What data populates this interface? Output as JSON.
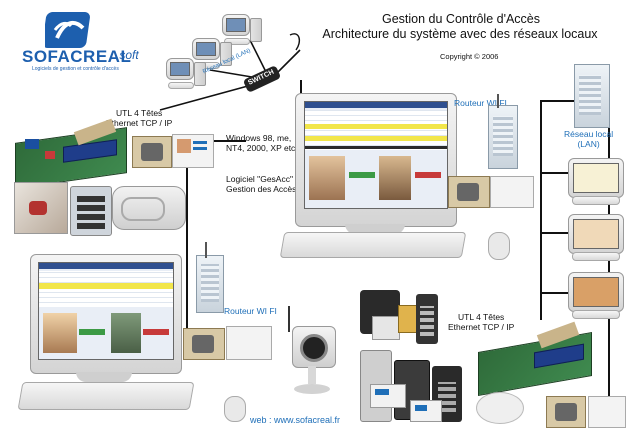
{
  "header": {
    "brand_name": "SOFACREAL",
    "brand_suffix": ".soft",
    "brand_tagline": "Logiciels de gestion et contrôle d'accès",
    "title_line1": "Gestion du Contrôle d'Accès",
    "title_line2": "Architecture du système avec des réseaux locaux",
    "copyright": "Copyright © 2006"
  },
  "labels": {
    "utl_top": "UTL 4 Têtes\nEthernet TCP / IP",
    "os_list": "Windows 98, me,\nNT4, 2000, XP etc.",
    "software": "Logiciel \"GesAcc\"\nGestion des Accès",
    "router_top": "Routeur WI FI",
    "router_bottom": "Routeur WI FI",
    "lan_right": "Réseau local\n(LAN)",
    "lan_top": "Réseau local (LAN)",
    "switch": "SWITCH",
    "utl_bottom": "UTL 4 Têtes\nEthernet TCP / IP",
    "website": "web : www.sofacreal.fr"
  },
  "colors": {
    "accent_blue": "#1f6fb8",
    "logo_blue": "#1d5fae",
    "board_green": "#3f8a4f",
    "lcd_blue": "#1f3d8a",
    "screen_yellow": "#f2e64a"
  },
  "icons": [
    "logo-icon",
    "desktop-computer-icon",
    "circuit-board-icon",
    "card-reader-icon",
    "keypad-icon",
    "wifi-router-icon",
    "ip-camera-icon",
    "badge-card-icon",
    "switch-icon"
  ]
}
